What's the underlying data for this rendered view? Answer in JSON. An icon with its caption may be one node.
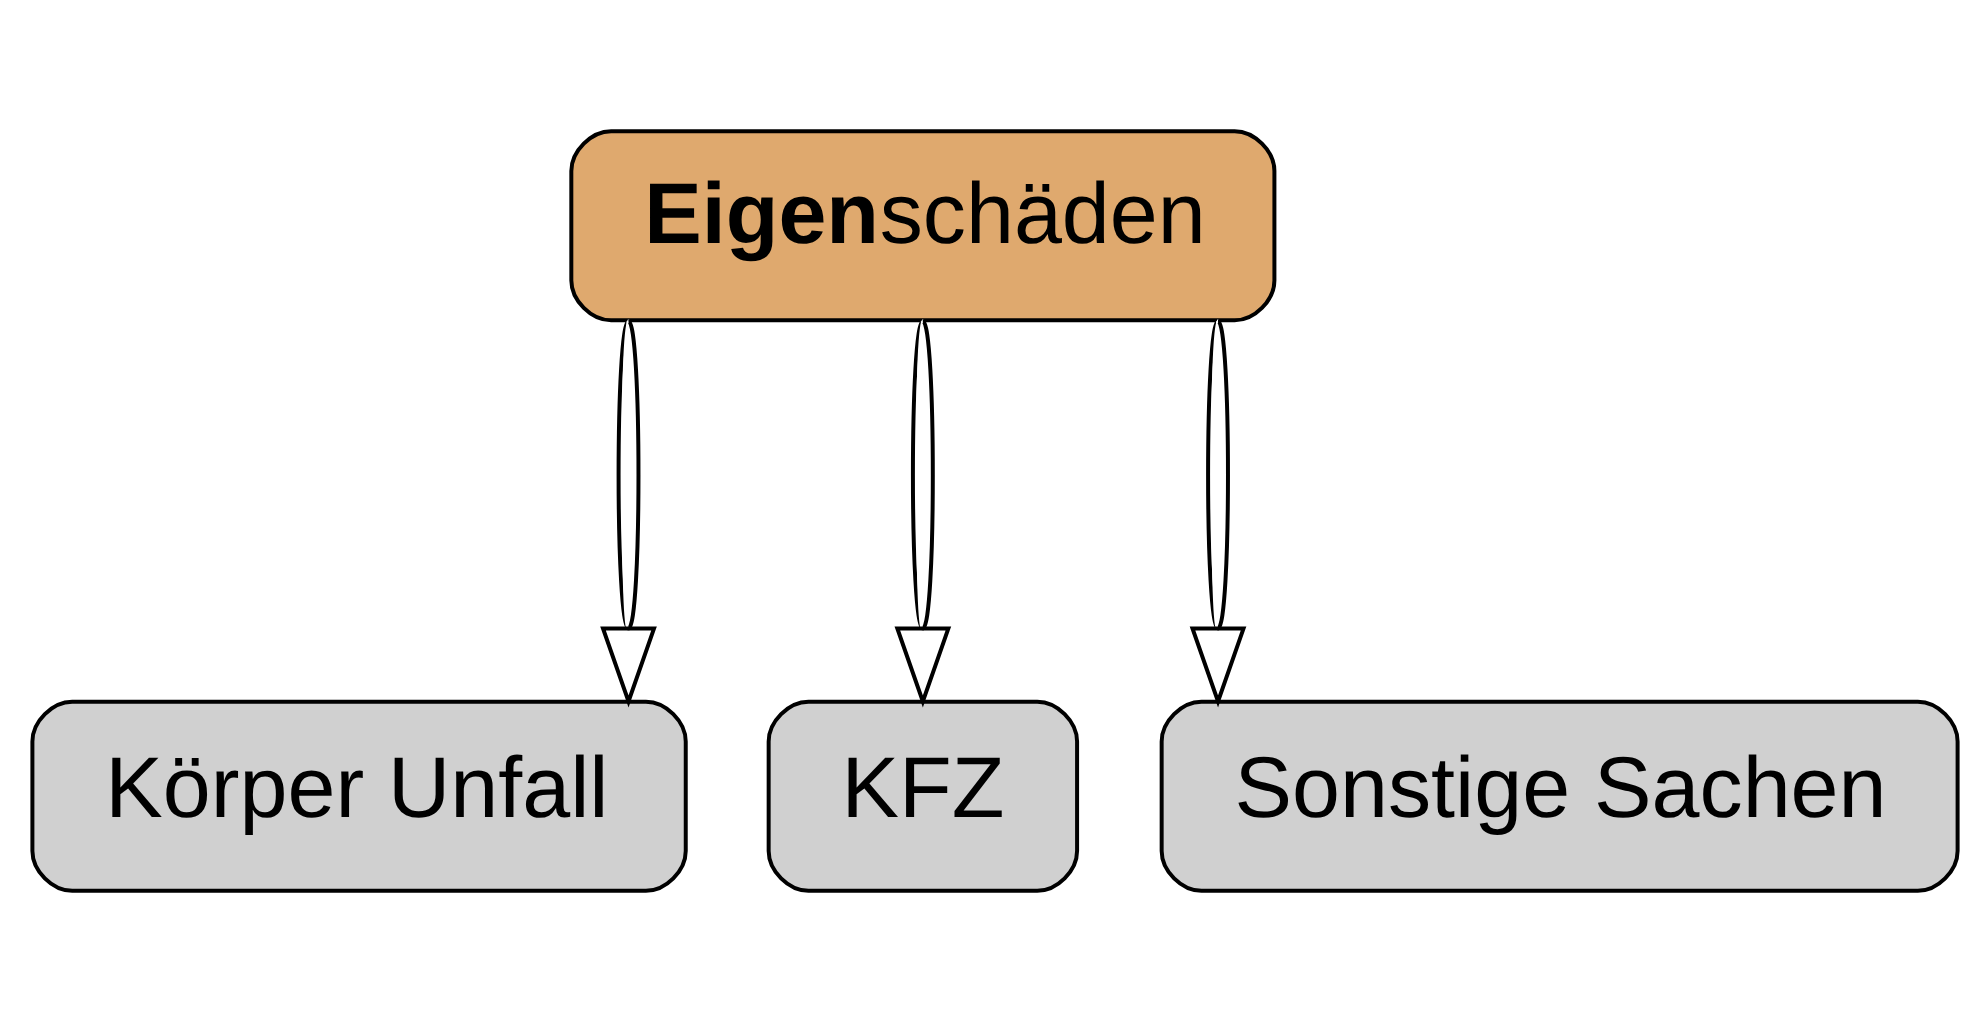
{
  "diagram": {
    "nodes": [
      {
        "text": [
          "**Eigen**schäden"
        ]
      },
      {
        "text": [
          "Körper Unfall"
        ]
      },
      {
        "text": [
          "KFZ"
        ]
      },
      {
        "text": [
          "Sonstige Sachen"
        ]
      }
    ],
    "edges": [
      {
        "from": 0,
        "to": 1,
        "arrow": "to"
      },
      {
        "from": 0,
        "to": 2,
        "arrow": "to"
      },
      {
        "from": 0,
        "to": 3,
        "arrow": "to"
      }
    ]
  }
}
